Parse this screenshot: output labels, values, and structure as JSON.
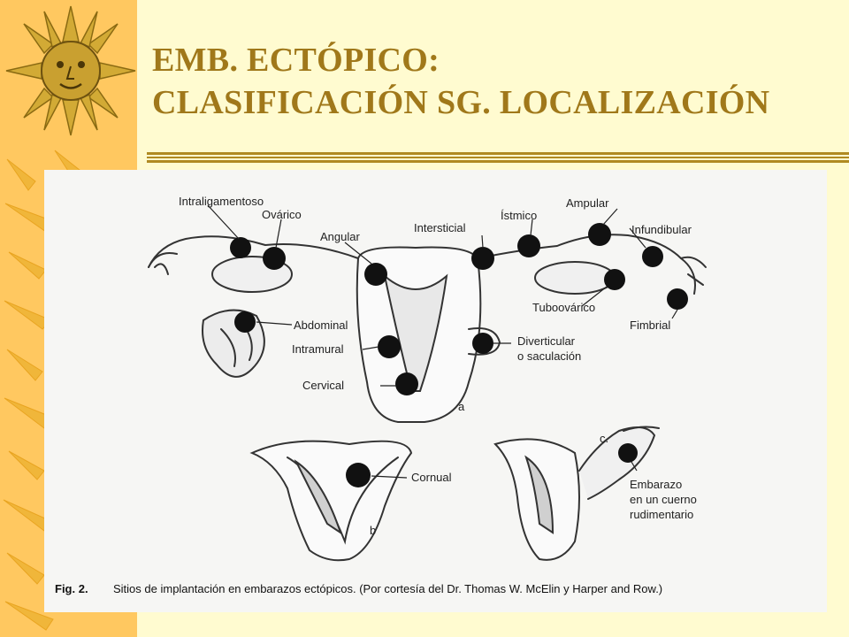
{
  "slide": {
    "title_line1": "EMB. ECTÓPICO:",
    "title_line2": "CLASIFICACIÓN SG. LOCALIZACIÓN"
  },
  "figure": {
    "labels": {
      "intraligamentoso": "Intraligamentoso",
      "ovarico": "Ovárico",
      "angular": "Angular",
      "intersticial": "Intersticial",
      "istmico": "Ístmico",
      "ampular": "Ampular",
      "infundibular": "Infundibular",
      "tuboovarico": "Tuboovárico",
      "fimbrial": "Fimbrial",
      "abdominal": "Abdominal",
      "intramural": "Intramural",
      "diverticular1": "Diverticular",
      "diverticular2": "o saculación",
      "cervical": "Cervical",
      "panel_a": "a",
      "cornual": "Cornual",
      "panel_b": "b",
      "panel_c": "c.",
      "rudimentario1": "Embarazo",
      "rudimentario2": "en un cuerno",
      "rudimentario3": "rudimentario"
    },
    "caption_label": "Fig. 2.",
    "caption_text": "Sitios de implantación en embarazos ectópicos. (Por cortesía del Dr. Thomas W. McElin y Harper and Row.)"
  },
  "colors": {
    "band": "#ffc860",
    "background": "#fffbd0",
    "title": "#a0781a",
    "sun": "#c9a030"
  },
  "icons": [
    "sun-icon"
  ]
}
